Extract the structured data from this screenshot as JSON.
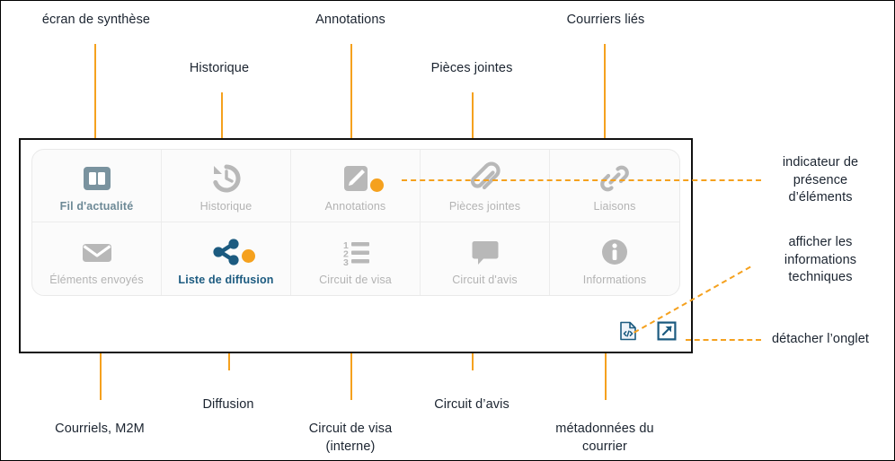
{
  "panel": {
    "tabs": [
      {
        "key": "fil-dactualite",
        "label": "Fil d'actualité",
        "icon": "dashboard-panels-icon",
        "state": "active",
        "badge": false
      },
      {
        "key": "historique",
        "label": "Historique",
        "icon": "history-clock-icon",
        "state": "inactive",
        "badge": false
      },
      {
        "key": "annotations",
        "label": "Annotations",
        "icon": "pencil-note-icon",
        "state": "inactive",
        "badge": true
      },
      {
        "key": "pieces-jointes",
        "label": "Pièces jointes",
        "icon": "paperclip-icon",
        "state": "inactive",
        "badge": false
      },
      {
        "key": "liaisons",
        "label": "Liaisons",
        "icon": "chain-link-icon",
        "state": "inactive",
        "badge": false
      },
      {
        "key": "elements-envoyes",
        "label": "Éléments envoyés",
        "icon": "envelope-icon",
        "state": "inactive",
        "badge": false
      },
      {
        "key": "liste-de-diffusion",
        "label": "Liste de diffusion",
        "icon": "share-nodes-icon",
        "state": "active-blue",
        "badge": true
      },
      {
        "key": "circuit-de-visa",
        "label": "Circuit de visa",
        "icon": "numbered-list-icon",
        "state": "inactive",
        "badge": false
      },
      {
        "key": "circuit-davis",
        "label": "Circuit d'avis",
        "icon": "speech-bubble-icon",
        "state": "inactive",
        "badge": false
      },
      {
        "key": "informations",
        "label": "Informations",
        "icon": "info-circle-icon",
        "state": "inactive",
        "badge": false
      }
    ],
    "footer": {
      "technical_info_icon": "file-code-icon",
      "detach_icon": "external-link-icon"
    }
  },
  "callouts": {
    "top": [
      {
        "key": "ecran-de-synthese",
        "text": "écran de synthèse"
      },
      {
        "key": "historique",
        "text": "Historique"
      },
      {
        "key": "annotations",
        "text": "Annotations"
      },
      {
        "key": "pieces-jointes",
        "text": "Pièces jointes"
      },
      {
        "key": "courriers-lies",
        "text": "Courriers liés"
      }
    ],
    "bottom": [
      {
        "key": "courriels-m2m",
        "text": "Courriels, M2M"
      },
      {
        "key": "diffusion",
        "text": "Diffusion"
      },
      {
        "key": "circuit-de-visa",
        "text": "Circuit de visa\n(interne)"
      },
      {
        "key": "circuit-davis",
        "text": "Circuit d’avis"
      },
      {
        "key": "metadonnees",
        "text": "métadonnées du\ncourrier"
      }
    ],
    "right": [
      {
        "key": "indicateur-presence",
        "text": "indicateur de\nprésence\nd’éléments"
      },
      {
        "key": "infos-techniques",
        "text": "afficher les\ninformations\ntechniques"
      },
      {
        "key": "detacher-onglet",
        "text": "détacher l’onglet"
      }
    ]
  },
  "colors": {
    "accent_orange": "#f5a11e",
    "active_slate": "#6d8996",
    "active_blue": "#1c5b80",
    "inactive_gray": "#b3b3b3",
    "text_dark": "#1b2430"
  }
}
